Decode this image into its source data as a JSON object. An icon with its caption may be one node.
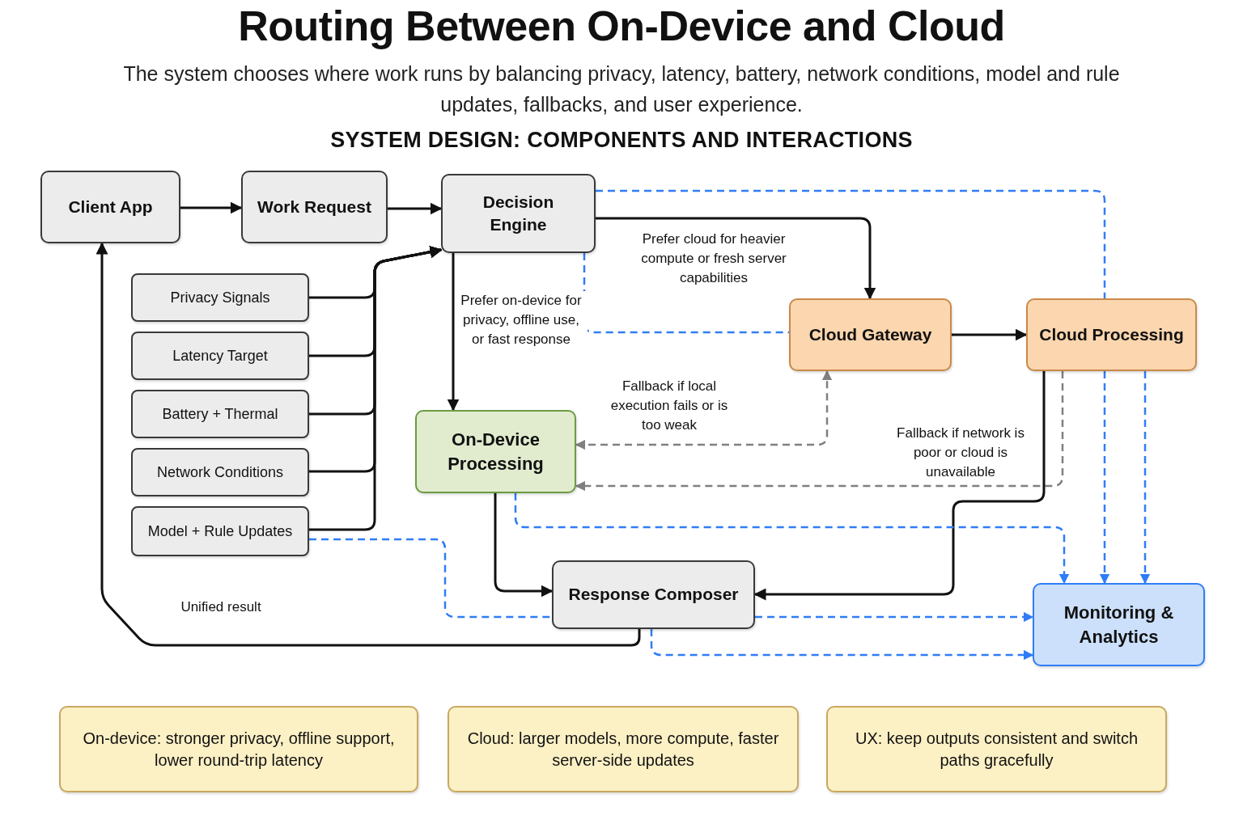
{
  "diagram": {
    "title": "Routing Between On-Device and Cloud",
    "nodes": [
      {
        "text": [
          "Client App"
        ]
      },
      {
        "text": [
          "Work Request"
        ]
      },
      {
        "text": [
          "Decision Engine"
        ]
      },
      {
        "text": [
          "Privacy Signals"
        ]
      },
      {
        "text": [
          "Latency Target"
        ]
      },
      {
        "text": [
          "Battery + Thermal"
        ]
      },
      {
        "text": [
          "Network Conditions"
        ]
      },
      {
        "text": [
          "Model + Rule Updates"
        ]
      },
      {
        "text": [
          "Cloud Gateway"
        ]
      },
      {
        "text": [
          "Cloud Processing"
        ]
      },
      {
        "text": [
          "On-Device Processing"
        ]
      },
      {
        "text": [
          "Response Composer"
        ]
      },
      {
        "text": [
          "Monitoring & Analytics"
        ]
      },
      {
        "text": [
          "On-device: stronger privacy, offline support, lower round-trip latency"
        ]
      },
      {
        "text": [
          "Cloud: larger models, more compute, faster server-side updates"
        ]
      },
      {
        "text": [
          "UX: keep outputs consistent and switch paths gracefully"
        ]
      }
    ],
    "edges": [
      {
        "from": 0,
        "to": 1,
        "arrow": "to"
      },
      {
        "from": 1,
        "to": 2,
        "arrow": "to"
      },
      {
        "from": 3,
        "to": 2,
        "arrow": "to"
      },
      {
        "from": 4,
        "to": 2,
        "arrow": "to"
      },
      {
        "from": 5,
        "to": 2,
        "arrow": "to"
      },
      {
        "from": 6,
        "to": 2,
        "arrow": "to"
      },
      {
        "from": 7,
        "to": 2,
        "arrow": "to"
      },
      {
        "from": 2,
        "to": 8,
        "arrow": "to",
        "label": "Prefer cloud for heavier compute or fresh server capabilities"
      },
      {
        "from": 2,
        "to": 10,
        "arrow": "to",
        "label": "Prefer on-device for privacy, offline use, or fast response"
      },
      {
        "from": 2,
        "to": 8,
        "arrow": "none",
        "style": "dashed",
        "color": "#2f7df6"
      },
      {
        "from": 2,
        "to": 9,
        "arrow": "none",
        "style": "dashed",
        "color": "#2f7df6"
      },
      {
        "from": 8,
        "to": 9,
        "arrow": "to"
      },
      {
        "from": 10,
        "to": 8,
        "arrow": "both",
        "style": "dashed",
        "color": "#808080",
        "label": "Fallback if local execution fails or is too weak"
      },
      {
        "from": 9,
        "to": 10,
        "arrow": "to",
        "style": "dashed",
        "color": "#808080",
        "label": "Fallback if network is poor or cloud is unavailable"
      },
      {
        "from": 10,
        "to": 11,
        "arrow": "to"
      },
      {
        "from": 9,
        "to": 11,
        "arrow": "to"
      },
      {
        "from": 10,
        "to": 12,
        "arrow": "to",
        "style": "dashed",
        "color": "#2f7df6"
      },
      {
        "from": 9,
        "to": 12,
        "arrow": "to",
        "style": "dashed",
        "color": "#2f7df6"
      },
      {
        "from": 9,
        "to": 12,
        "arrow": "to",
        "style": "dashed",
        "color": "#2f7df6"
      },
      {
        "from": 7,
        "to": 11,
        "arrow": "none",
        "style": "dashed",
        "color": "#2f7df6"
      },
      {
        "from": 11,
        "to": 12,
        "arrow": "to",
        "style": "dashed",
        "color": "#2f7df6"
      },
      {
        "from": 11,
        "to": 12,
        "arrow": "to",
        "style": "dashed",
        "color": "#2f7df6"
      },
      {
        "from": 11,
        "to": 0,
        "arrow": "to",
        "label": "Unified result"
      }
    ],
    "labels": [
      "The system chooses where work runs by balancing privacy, latency, battery, network conditions, model and rule updates, fallbacks, and user experience.",
      "SYSTEM DESIGN: COMPONENTS AND INTERACTIONS"
    ]
  }
}
